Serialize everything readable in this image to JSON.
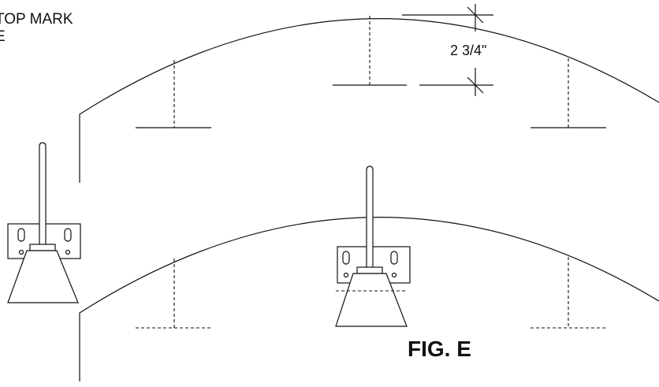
{
  "top_label": {
    "line1": "TOP MARK",
    "line2": "E"
  },
  "dimension_label": "2 3/4\"",
  "figure_label": "FIG. E"
}
